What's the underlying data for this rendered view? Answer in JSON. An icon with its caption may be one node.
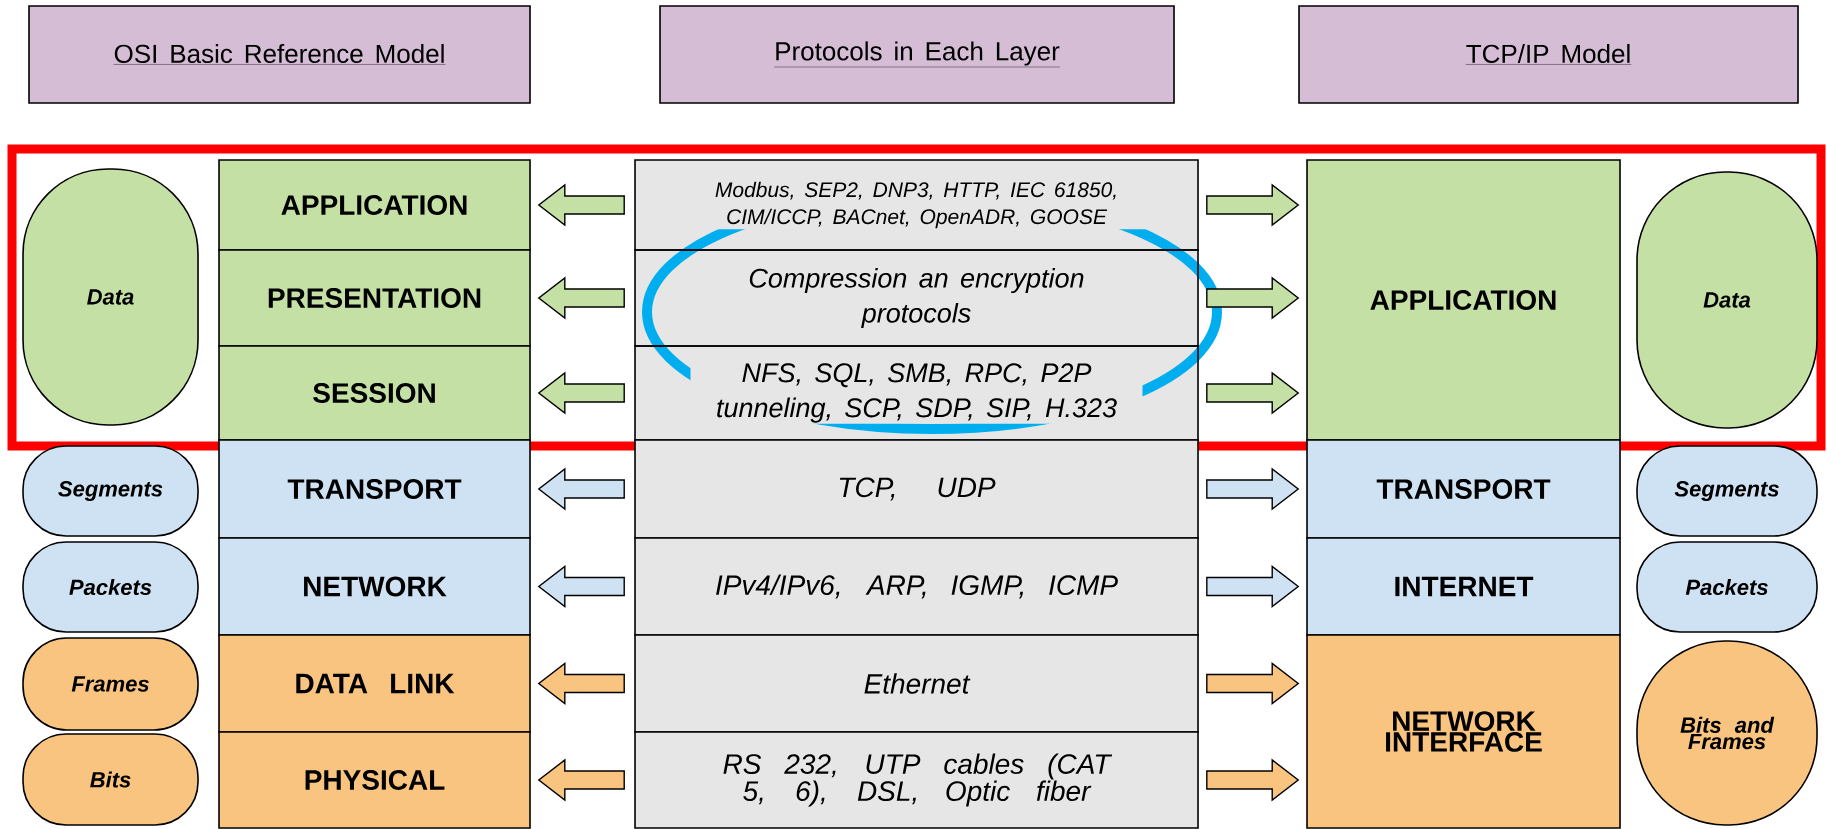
{
  "diagram": {
    "nodes": [
      {
        "text": [
          "OSI Basic Reference Model"
        ]
      },
      {
        "text": [
          "Protocols in Each Layer"
        ]
      },
      {
        "text": [
          "TCP/IP Model"
        ]
      },
      {
        "text": [
          "Data"
        ]
      },
      {
        "text": [
          "APPLICATION"
        ]
      },
      {
        "text": [
          "Modbus, SEP2, DNP3, HTTP, IEC 61850, CIM/ICCP, BACnet, OpenADR, GOOSE"
        ]
      },
      {
        "text": [
          "APPLICATION"
        ]
      },
      {
        "text": [
          "Data"
        ]
      },
      {
        "text": [
          "PRESENTATION"
        ]
      },
      {
        "text": [
          "Compression an encryption protocols"
        ]
      },
      {
        "text": [
          "SESSION"
        ]
      },
      {
        "text": [
          "NFS, SQL, SMB, RPC, P2P tunneling, SCP, SDP, SIP, H.323"
        ]
      },
      {
        "text": [
          "Segments"
        ]
      },
      {
        "text": [
          "TRANSPORT"
        ]
      },
      {
        "text": [
          "TCP, UDP"
        ]
      },
      {
        "text": [
          "TRANSPORT"
        ]
      },
      {
        "text": [
          "Segments"
        ]
      },
      {
        "text": [
          "Packets"
        ]
      },
      {
        "text": [
          "NETWORK"
        ]
      },
      {
        "text": [
          "IPv4/IPv6, ARP, IGMP, ICMP"
        ]
      },
      {
        "text": [
          "INTERNET"
        ]
      },
      {
        "text": [
          "Packets"
        ]
      },
      {
        "text": [
          "Frames"
        ]
      },
      {
        "text": [
          "DATA LINK"
        ]
      },
      {
        "text": [
          "Ethernet"
        ]
      },
      {
        "text": [
          "NETWORK INTERFACE"
        ]
      },
      {
        "text": [
          "Bits and Frames"
        ]
      },
      {
        "text": [
          "Bits"
        ]
      },
      {
        "text": [
          "PHYSICAL"
        ]
      },
      {
        "text": [
          "RS 232, UTP cables (CAT 5, 6), DSL, Optic fiber"
        ]
      }
    ],
    "edges": [
      {
        "from": 5,
        "to": 4,
        "arrow": "to"
      },
      {
        "from": 5,
        "to": 6,
        "arrow": "to"
      },
      {
        "from": 9,
        "to": 8,
        "arrow": "to"
      },
      {
        "from": 9,
        "to": 6,
        "arrow": "to"
      },
      {
        "from": 11,
        "to": 10,
        "arrow": "to"
      },
      {
        "from": 11,
        "to": 6,
        "arrow": "to"
      },
      {
        "from": 14,
        "to": 13,
        "arrow": "to",
        "color": "#cfe2f3"
      },
      {
        "from": 14,
        "to": 15,
        "arrow": "to",
        "color": "#cfe2f3"
      },
      {
        "from": 19,
        "to": 18,
        "arrow": "to",
        "color": "#cfe2f3"
      },
      {
        "from": 19,
        "to": 20,
        "arrow": "to",
        "color": "#cfe2f3"
      },
      {
        "from": 24,
        "to": 23,
        "arrow": "to",
        "color": "#f9c47f"
      },
      {
        "from": 24,
        "to": 25,
        "arrow": "to",
        "color": "#f9c47f"
      },
      {
        "from": 29,
        "to": 28,
        "arrow": "to",
        "color": "#f9c47f"
      },
      {
        "from": 29,
        "to": 25,
        "arrow": "to",
        "color": "#f9c47f"
      }
    ]
  }
}
